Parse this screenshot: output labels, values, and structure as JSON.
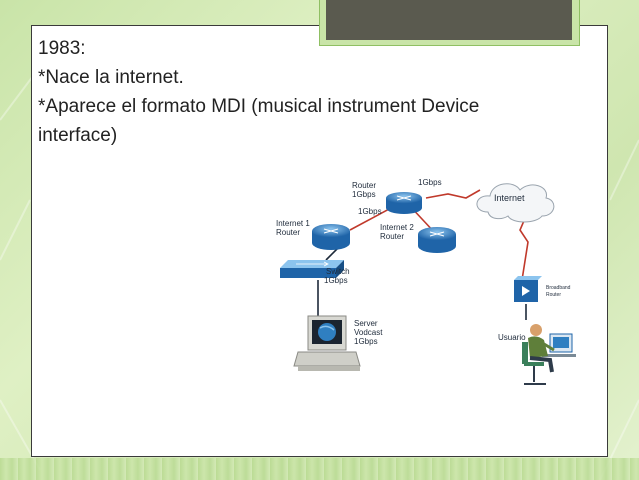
{
  "slide": {
    "lines": [
      "1983:",
      "*Nace la internet.",
      "*Aparece el formato MDI (musical instrument Device",
      "interface)"
    ]
  },
  "diagram": {
    "router_main": [
      "Router",
      "1Gbps"
    ],
    "link_internet": "1Gbps",
    "link_router1": "1Gbps",
    "internet1": [
      "Internet 1",
      "Router"
    ],
    "internet2": [
      "Internet 2",
      "Router"
    ],
    "cloud": "Internet",
    "switch": [
      "Switch",
      "1Gbps"
    ],
    "server": [
      "Server",
      "Vodcast",
      "1Gbps"
    ],
    "broadband": [
      "Broadband",
      "Router"
    ],
    "user": "Usuario"
  },
  "colors": {
    "background": "#cfe6b0",
    "frame_border": "#3a3a3a",
    "router_blue": "#2f7fc1",
    "link_red": "#c0392b"
  }
}
